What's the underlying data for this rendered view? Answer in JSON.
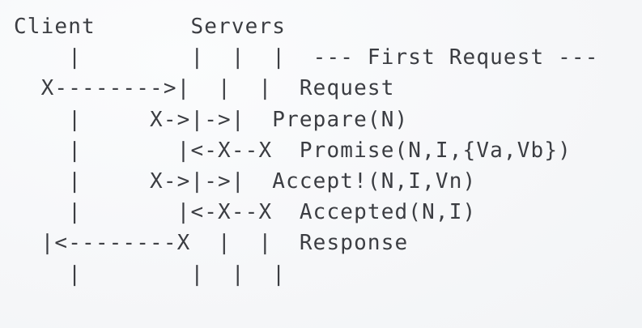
{
  "diagram": {
    "title_row": {
      "client_header": "Client",
      "servers_header": "Servers"
    },
    "colors": {
      "background": "#f6f7f9",
      "text": "#3b3d42"
    },
    "columns": {
      "client_lifeline_col": 4,
      "server_lifeline_cols": [
        14,
        17,
        20
      ],
      "label_col": 22
    },
    "header_line": "Client       Servers",
    "rows": [
      {
        "name": "row-first-request-banner",
        "lifelines": "    |        |  |  |  ",
        "label": "--- First Request ---"
      },
      {
        "name": "row-request",
        "lifelines": "  X-------->|  |  |  ",
        "label": "Request"
      },
      {
        "name": "row-prepare",
        "lifelines": "    |     X->|->|  ",
        "label": "Prepare(N)"
      },
      {
        "name": "row-promise",
        "lifelines": "    |       |<-X--X  ",
        "label": "Promise(N,I,{Va,Vb})"
      },
      {
        "name": "row-accept",
        "lifelines": "    |     X->|->|  ",
        "label": "Accept!(N,I,Vn)"
      },
      {
        "name": "row-accepted",
        "lifelines": "    |       |<-X--X  ",
        "label": "Accepted(N,I)"
      },
      {
        "name": "row-response",
        "lifelines": "  |<--------X  |  |  ",
        "label": "Response"
      },
      {
        "name": "row-footer-lifelines",
        "lifelines": "    |        |  |  |  ",
        "label": ""
      }
    ],
    "ascii": "Client       Servers\n    |        |  |  |  --- First Request ---\n  X-------->|  |  |  Request\n    |     X->|->|  Prepare(N)\n    |       |<-X--X  Promise(N,I,{Va,Vb})\n    |     X->|->|  Accept!(N,I,Vn)\n    |       |<-X--X  Accepted(N,I)\n  |<--------X  |  |  Response\n    |        |  |  |",
    "ascii_grid": [
      "Client       Servers",
      "    |        |  |  |  --- First Request ---",
      "  X-------->|  |  |  Request",
      "    |     X->|->|  Prepare(N)",
      "    |       |<-X--X  Promise(N,I,{Va,Vb})",
      "    |     X->|->|  Accept!(N,I,Vn)",
      "    |       |<-X--X  Accepted(N,I)",
      "  |<--------X  |  |  Response",
      "    |        |  |  |"
    ]
  }
}
